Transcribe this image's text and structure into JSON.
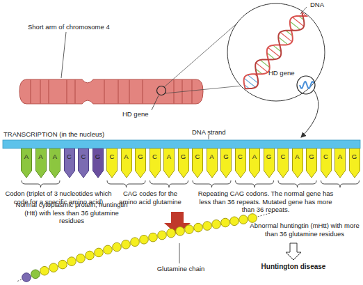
{
  "diagram": {
    "nodes": [
      {
        "text": [
          "A"
        ]
      },
      {
        "text": [
          "A"
        ]
      },
      {
        "text": [
          "A"
        ]
      },
      {
        "text": [
          "C"
        ]
      },
      {
        "text": [
          "C"
        ]
      },
      {
        "text": [
          "G"
        ]
      },
      {
        "text": [
          "C"
        ]
      },
      {
        "text": [
          "A"
        ]
      },
      {
        "text": [
          "G"
        ]
      },
      {
        "text": [
          "C"
        ]
      },
      {
        "text": [
          "A"
        ]
      },
      {
        "text": [
          "G"
        ]
      },
      {
        "text": [
          "C"
        ]
      },
      {
        "text": [
          "A"
        ]
      },
      {
        "text": [
          "G"
        ]
      },
      {
        "text": [
          "C"
        ]
      },
      {
        "text": [
          "A"
        ]
      },
      {
        "text": [
          "G"
        ]
      },
      {
        "text": [
          "C"
        ]
      },
      {
        "text": [
          "A"
        ]
      },
      {
        "text": [
          "G"
        ]
      },
      {
        "text": [
          "C"
        ]
      },
      {
        "text": [
          "A"
        ]
      },
      {
        "text": [
          "G"
        ]
      }
    ],
    "labels": [
      "Short arm of chromosome 4",
      "DNA",
      "HD gene",
      "HD gene",
      "TRANSCRIPTION (in the nucleus)",
      "DNA strand",
      "Codon (triplet of 3 nucleotides which code for a specific amino acid)",
      "CAG codes for the amino acid glutamine",
      "Repeating CAG codons. The normal gene has less than 36 repeats. Mutated gene has more than 36 repeats.",
      "Normal cytoplasmic protein, huntingtin (Htt) with less than 36 glutamine residues",
      "Glutamine chain",
      "Abnormal huntingtin (mHtt) with more than 36 glutamine residues",
      "Huntington disease"
    ]
  }
}
